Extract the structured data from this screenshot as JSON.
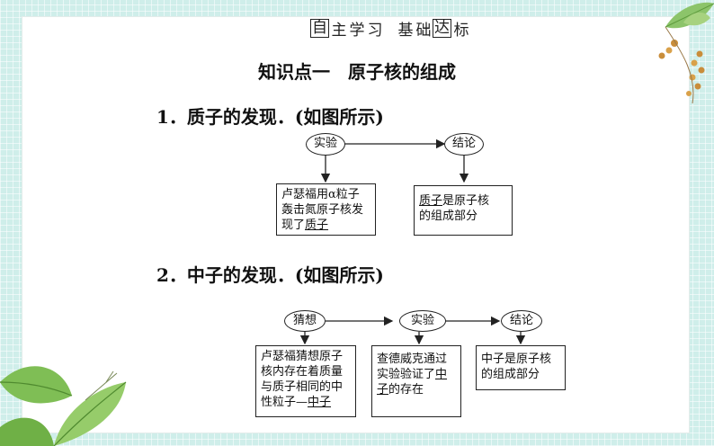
{
  "header": {
    "boxed1": "自",
    "rest1": [
      "主",
      "学",
      "习"
    ],
    "rest2": [
      "基",
      "础"
    ],
    "boxed2": "达",
    "rest3": [
      "标"
    ]
  },
  "title": "知识点一　原子核的组成",
  "section1": {
    "heading": "1．质子的发现．(如图所示)",
    "experiment_label": "实验",
    "conclusion_label": "结论",
    "experiment_text_a": "卢瑟福用α粒子",
    "experiment_text_b": "轰击氮原子核发",
    "experiment_text_c": "现了",
    "experiment_text_u": "质子",
    "conclusion_text_u": "质子",
    "conclusion_text_a": "是原子核",
    "conclusion_text_b": "的组成部分"
  },
  "section2": {
    "heading": "2．中子的发现．(如图所示)",
    "guess_label": "猜想",
    "experiment_label": "实验",
    "conclusion_label": "结论",
    "guess_text_a": "卢瑟福猜想原子",
    "guess_text_b": "核内存在着质量",
    "guess_text_c": "与质子相同的中",
    "guess_text_d": "性粒子—",
    "guess_text_u": "中子",
    "experiment_text_a": "查德威克通过",
    "experiment_text_b": "实验验证了",
    "experiment_text_u1": "中",
    "experiment_text_u2": "子",
    "experiment_text_c": "的存在",
    "conclusion_text_a": "中子是原子核",
    "conclusion_text_b": "的组成部分"
  }
}
